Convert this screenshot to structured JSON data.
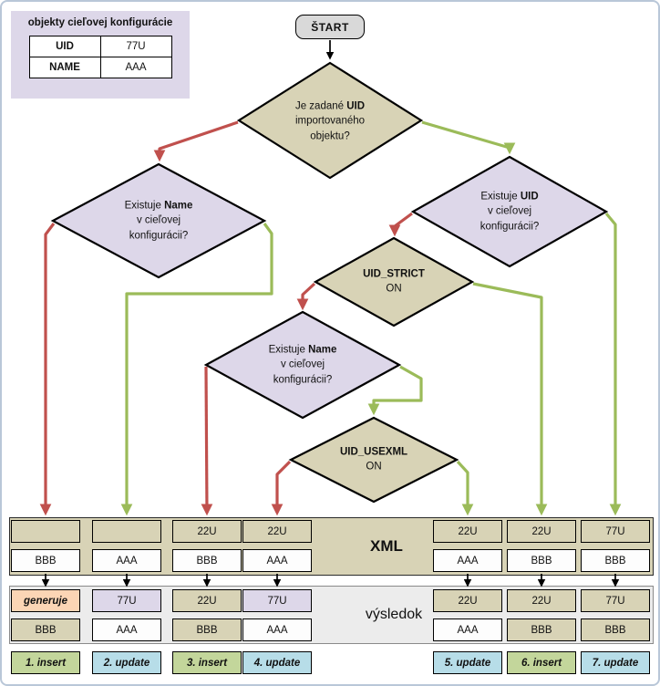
{
  "colors": {
    "tan": "#d8d3b6",
    "lavender": "#ddd7e9",
    "peach": "#fbd5b5",
    "gray": "#d9d9d9",
    "red": "#c0504d",
    "green": "#9bbb59",
    "insert-bg": "#c3d69b",
    "update-bg": "#b7dde8",
    "band-xml": "#d8d3b6",
    "band-result": "#ececec",
    "cell-white": "#fdfdfd",
    "frame": "#b9c7d8"
  },
  "legend": {
    "title": "objekty cieľovej konfigurácie",
    "rows": [
      {
        "key": "UID",
        "value": "77U"
      },
      {
        "key": "NAME",
        "value": "AAA"
      }
    ]
  },
  "start_label": "ŠTART",
  "decisions": {
    "d1": {
      "pre": "Je zadané",
      "bold": "UID",
      "line2": "importovaného",
      "line3": "objektu?"
    },
    "d2": {
      "pre": "Existuje",
      "bold": "Name",
      "line2": "v cieľovej",
      "line3": "konfigurácii?"
    },
    "d3": {
      "pre": "Existuje",
      "bold": "UID",
      "line2": "v cieľovej",
      "line3": "konfigurácii?"
    },
    "d4": {
      "bold": "UID_STRICT",
      "line2": "ON"
    },
    "d5": {
      "pre": "Existuje",
      "bold": "Name",
      "line2": "v cieľovej",
      "line3": "konfigurácii?"
    },
    "d6": {
      "bold": "UID_USEXML",
      "line2": "ON"
    }
  },
  "bands": {
    "xml": "XML",
    "result": "výsledok"
  },
  "columns": [
    {
      "xml_uid": "",
      "xml_name": "BBB",
      "result_uid": "generuje",
      "result_name": "BBB",
      "tag": "1. insert"
    },
    {
      "xml_uid": "",
      "xml_name": "AAA",
      "result_uid": "77U",
      "result_name": "AAA",
      "tag": "2. update"
    },
    {
      "xml_uid": "22U",
      "xml_name": "BBB",
      "result_uid": "22U",
      "result_name": "BBB",
      "tag": "3. insert"
    },
    {
      "xml_uid": "22U",
      "xml_name": "AAA",
      "result_uid": "77U",
      "result_name": "AAA",
      "tag": "4. update"
    },
    {
      "xml_uid": "22U",
      "xml_name": "AAA",
      "result_uid": "22U",
      "result_name": "AAA",
      "tag": "5. update"
    },
    {
      "xml_uid": "22U",
      "xml_name": "BBB",
      "result_uid": "22U",
      "result_name": "BBB",
      "tag": "6. insert"
    },
    {
      "xml_uid": "77U",
      "xml_name": "BBB",
      "result_uid": "77U",
      "result_name": "BBB",
      "tag": "7. update"
    }
  ]
}
